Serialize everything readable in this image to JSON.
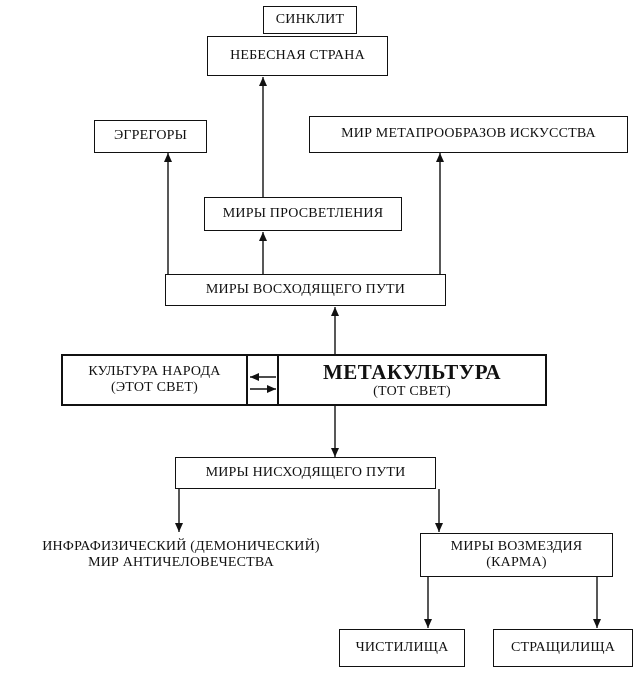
{
  "diagram": {
    "nodes": {
      "sinklit": "СИНКЛИТ",
      "nebesnaya": "НЕБЕСНАЯ СТРАНА",
      "egregory": "ЭГРЕГОРЫ",
      "metaproobrazy": "МИР МЕТАПРООБРАЗОВ ИСКУССТВА",
      "prosvetleniya": "МИРЫ ПРОСВЕТЛЕНИЯ",
      "voskhodyashchego": "МИРЫ ВОСХОДЯЩЕГО ПУТИ",
      "kultura_line1": "КУЛЬТУРА НАРОДА",
      "kultura_line2": "(ЭТОТ СВЕТ)",
      "metakultura_line1": "МЕТАКУЛЬТУРА",
      "metakultura_line2": "(ТОТ СВЕТ)",
      "niskhodyashchego": "МИРЫ НИСХОДЯЩЕГО ПУТИ",
      "infrafizicheskiy_line1": "ИНФРАФИЗИЧЕСКИЙ (ДЕМОНИЧЕСКИЙ)",
      "infrafizicheskiy_line2": "МИР АНТИЧЕЛОВЕЧЕСТВА",
      "vozmezdiya_line1": "МИРЫ ВОЗМЕЗДИЯ",
      "vozmezdiya_line2": "(КАРМА)",
      "chistilishcha": "ЧИСТИЛИЩА",
      "strashilishcha": "СТРАЩИЛИЩА"
    },
    "edges": [
      {
        "from": "voskhodyashchego",
        "to": "egregory"
      },
      {
        "from": "voskhodyashchego",
        "to": "prosvetleniya"
      },
      {
        "from": "voskhodyashchego",
        "to": "metaproobrazy"
      },
      {
        "from": "prosvetleniya",
        "to": "nebesnaya"
      },
      {
        "from": "metakultura",
        "to": "voskhodyashchego"
      },
      {
        "from": "metakultura",
        "to": "niskhodyashchego"
      },
      {
        "from": "kultura",
        "to": "metakultura"
      },
      {
        "from": "metakultura",
        "to": "kultura"
      },
      {
        "from": "niskhodyashchego",
        "to": "infrafizicheskiy"
      },
      {
        "from": "niskhodyashchego",
        "to": "vozmezdiya"
      },
      {
        "from": "vozmezdiya",
        "to": "chistilishcha"
      },
      {
        "from": "vozmezdiya",
        "to": "strashilishcha"
      }
    ]
  }
}
